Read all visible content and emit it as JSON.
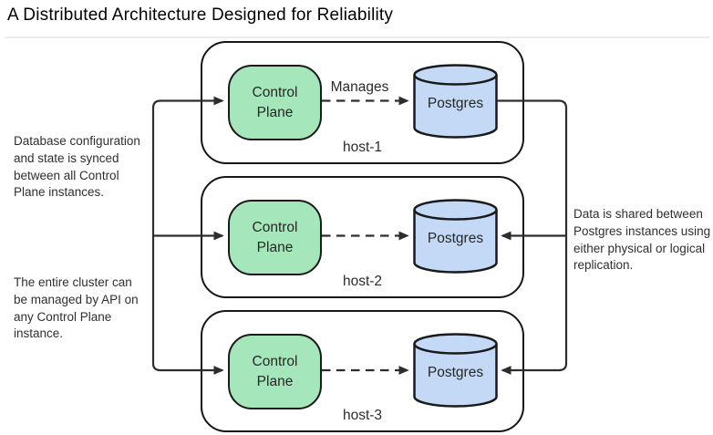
{
  "title": "A Distributed Architecture Designed for Reliability",
  "hosts": [
    {
      "label": "host-1",
      "control_plane": "Control Plane",
      "database": "Postgres"
    },
    {
      "label": "host-2",
      "control_plane": "Control Plane",
      "database": "Postgres"
    },
    {
      "label": "host-3",
      "control_plane": "Control Plane",
      "database": "Postgres"
    }
  ],
  "edge_labels": {
    "manages": "Manages"
  },
  "annotations": {
    "left_top": {
      "lines": [
        "Database configuration",
        "and state is synced",
        "between all Control",
        "Plane instances."
      ]
    },
    "left_bottom": {
      "lines": [
        "The entire cluster can",
        "be managed by API on",
        "any Control Plane",
        "instance."
      ]
    },
    "right": {
      "lines": [
        "Data is shared between",
        "Postgres instances using",
        "either physical or logical",
        "replication."
      ]
    }
  },
  "colors": {
    "control_plane_fill": "#a5e7ba",
    "postgres_fill": "#c4d9f6",
    "shape_outline": "#1a1a1a",
    "wire": "#2d2d2d"
  }
}
